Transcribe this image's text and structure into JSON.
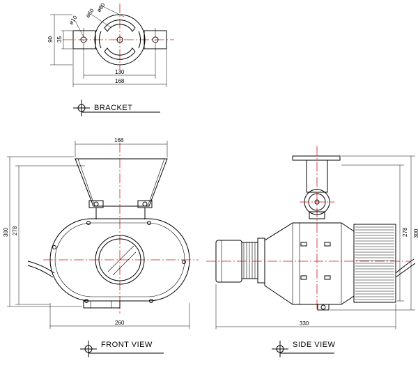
{
  "views": {
    "bracket": {
      "title": "BRACKET"
    },
    "front": {
      "title": "FRONT VIEW"
    },
    "side": {
      "title": "SIDE VIEW"
    }
  },
  "dimensions": {
    "bracket": {
      "dia_r80": "ø80",
      "dia_r60": "ø60",
      "dia_10": "ø10",
      "h_90": "90",
      "h_35": "35",
      "w_130": "130",
      "w_168": "168"
    },
    "front": {
      "top_168": "168",
      "h_300": "300",
      "h_278": "278",
      "w_260": "260"
    },
    "side": {
      "h_278": "278",
      "h_300": "300",
      "w_330": "330"
    }
  }
}
